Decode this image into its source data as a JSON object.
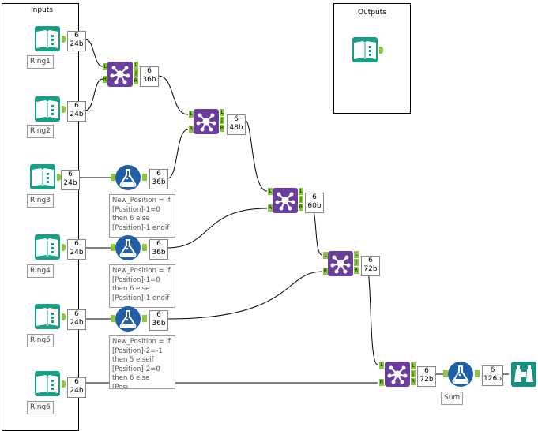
{
  "containers": {
    "inputs_title": "Inputs",
    "outputs_title": "Outputs"
  },
  "inputs": [
    {
      "label": "Ring1",
      "badge_records": "6",
      "badge_size": "24b"
    },
    {
      "label": "Ring2",
      "badge_records": "6",
      "badge_size": "24b"
    },
    {
      "label": "Ring3",
      "badge_records": "6",
      "badge_size": "24b"
    },
    {
      "label": "Ring4",
      "badge_records": "6",
      "badge_size": "24b"
    },
    {
      "label": "Ring5",
      "badge_records": "6",
      "badge_size": "24b"
    },
    {
      "label": "Ring6",
      "badge_records": "6",
      "badge_size": "24b"
    }
  ],
  "joins": [
    {
      "badge_records": "6",
      "badge_size": "36b"
    },
    {
      "badge_records": "6",
      "badge_size": "48b"
    },
    {
      "badge_records": "6",
      "badge_size": "60b"
    },
    {
      "badge_records": "6",
      "badge_size": "72b"
    },
    {
      "badge_records": "6",
      "badge_size": "72b"
    }
  ],
  "formulas": [
    {
      "badge_records": "6",
      "badge_size": "36b",
      "annotation": [
        "New_Position = if",
        "[Position]-1=0",
        "then 6 else",
        "[Position]-1 endif"
      ]
    },
    {
      "badge_records": "6",
      "badge_size": "36b",
      "annotation": [
        "New_Position = if",
        "[Position]-1=0",
        "then 6 else",
        "[Position]-1 endif"
      ]
    },
    {
      "badge_records": "6",
      "badge_size": "36b",
      "annotation": [
        "New_Position = if",
        "[Position]-2=-1",
        "then 5 elseif",
        "[Position]-2=0",
        "then 6 else [Posi..."
      ]
    }
  ],
  "sum": {
    "label": "Sum",
    "badge_records": "6",
    "badge_size": "126b"
  },
  "join_anchors": {
    "left": "L",
    "join": "J",
    "right": "R"
  },
  "colors": {
    "input_tool": "#16a085",
    "join_tool": "#6b3e9e",
    "formula_tool": "#1f5ea8",
    "browse_tool": "#17907f",
    "anchor": "#8dc63f"
  },
  "icons": {
    "input": "book-icon",
    "join": "join-network-icon",
    "formula": "flask-icon",
    "browse": "binoculars-icon"
  }
}
